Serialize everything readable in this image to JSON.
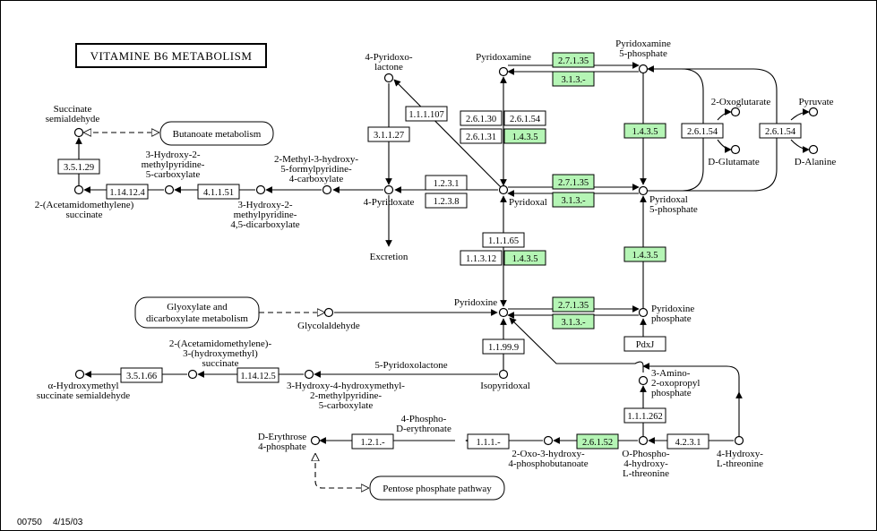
{
  "title": "VITAMINE B6 METABOLISM",
  "footer": {
    "map_id": "00750",
    "date": "4/15/03"
  },
  "colors": {
    "enzyme_present": "#b5f5b5",
    "enzyme_absent": "#ffffff",
    "line": "#000000"
  },
  "compounds": {
    "pyridoxolactone": [
      "4-Pyridoxo-",
      "lactone"
    ],
    "pyridoxamine": [
      "Pyridoxamine"
    ],
    "pyridoxamine_p": [
      "Pyridoxamine",
      "5-phosphate"
    ],
    "succinate_semialdehyde": [
      "Succinate",
      "semialdehyde"
    ],
    "oxoglutarate": [
      "2-Oxoglutarate"
    ],
    "pyruvate": [
      "Pyruvate"
    ],
    "glutamate": [
      "D-Glutamate"
    ],
    "alanine": [
      "D-Alanine"
    ],
    "hydroxy_methylpyridine_carboxylate": [
      "3-Hydroxy-2-",
      "methylpyridine-",
      "5-carboxylate"
    ],
    "methyl_hydroxy_formylpyridine": [
      "2-Methyl-3-hydroxy-",
      "5-formylpyridine-",
      "4-carboxylate"
    ],
    "acetamidomethylene_succinate": [
      "2-(Acetamidomethylene)",
      "succinate"
    ],
    "hydroxy_methylpyridine_dicarboxylate": [
      "3-Hydroxy-2-",
      "methylpyridine-",
      "4,5-dicarboxylate"
    ],
    "pyridoxate": [
      "4-Pyridoxate"
    ],
    "pyridoxal": [
      "Pyridoxal"
    ],
    "pyridoxal_p": [
      "Pyridoxal",
      "5-phosphate"
    ],
    "excretion": [
      "Excretion"
    ],
    "pyridoxine": [
      "Pyridoxine"
    ],
    "pyridoxine_p": [
      "Pyridoxine",
      "phosphate"
    ],
    "glycolaldehyde": [
      "Glycolaldehyde"
    ],
    "acetamidomethylene_hydroxymethyl_succinate": [
      "2-(Acetamidomethylene)-",
      "3-(hydroxymethyl)",
      "succinate"
    ],
    "pyridoxolactone5": [
      "5-Pyridoxolactone"
    ],
    "hydroxymethyl_succinate_semialdehyde": [
      "α-Hydroxymethyl",
      "succinate semialdehyde"
    ],
    "hydroxy_hydroxymethyl_methylpyridine": [
      "3-Hydroxy-4-hydroxymethyl-",
      "2-methylpyridine-",
      "5-carboxylate"
    ],
    "isopyridoxal": [
      "Isopyridoxal"
    ],
    "amino_oxopropyl_phosphate": [
      "3-Amino-",
      "2-oxopropyl",
      "phosphate"
    ],
    "erythrose_p": [
      "D-Erythrose",
      "4-phosphate"
    ],
    "phospho_erythronate": [
      "4-Phospho-",
      "D-erythronate"
    ],
    "oxo_hydroxy_phosphobutanoate": [
      "2-Oxo-3-hydroxy-",
      "4-phosphobutanoate"
    ],
    "phospho_hydroxy_threonine": [
      "O-Phospho-",
      "4-hydroxy-",
      "L-threonine"
    ],
    "hydroxy_threonine": [
      "4-Hydroxy-",
      "L-threonine"
    ]
  },
  "enzymes": {
    "e_2_7_1_35_a": "2.7.1.35",
    "e_3_1_3_a": "3.1.3.-",
    "e_1_1_1_107": "1.1.1.107",
    "e_2_6_1_30": "2.6.1.30",
    "e_2_6_1_54_a": "2.6.1.54",
    "e_2_6_1_31": "2.6.1.31",
    "e_1_4_3_5_a": "1.4.3.5",
    "e_3_1_1_27": "3.1.1.27",
    "e_1_4_3_5_b": "1.4.3.5",
    "e_2_6_1_54_b": "2.6.1.54",
    "e_2_6_1_54_c": "2.6.1.54",
    "e_3_5_1_29": "3.5.1.29",
    "e_1_14_12_4": "1.14.12.4",
    "e_4_1_1_51": "4.1.1.51",
    "e_1_2_3_1": "1.2.3.1",
    "e_1_2_3_8": "1.2.3.8",
    "e_2_7_1_35_b": "2.7.1.35",
    "e_3_1_3_b": "3.1.3.-",
    "e_1_1_1_65": "1.1.1.65",
    "e_1_1_3_12": "1.1.3.12",
    "e_1_4_3_5_c": "1.4.3.5",
    "e_1_4_3_5_d": "1.4.3.5",
    "e_2_7_1_35_c": "2.7.1.35",
    "e_3_1_3_c": "3.1.3.-",
    "e_1_1_99_9": "1.1.99.9",
    "e_pdxj": "PdxJ",
    "e_3_5_1_66": "3.5.1.66",
    "e_1_14_12_5": "1.14.12.5",
    "e_1_1_1_262": "1.1.1.262",
    "e_1_2_1": "1.2.1.-",
    "e_1_1_1": "1.1.1.-",
    "e_2_6_1_52": "2.6.1.52",
    "e_4_2_3_1": "4.2.3.1"
  },
  "pathways": {
    "butanoate": "Butanoate metabolism",
    "glyoxylate": [
      "Glyoxylate and",
      "dicarboxylate metabolism"
    ],
    "pentose": "Pentose phosphate pathway"
  }
}
